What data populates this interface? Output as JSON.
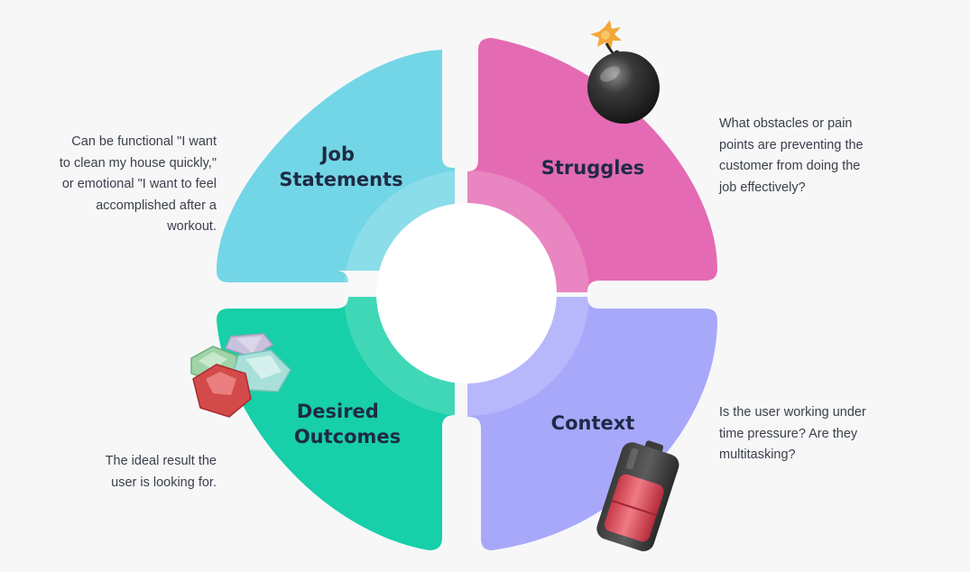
{
  "quadrants": {
    "job": {
      "label_lines": [
        "Job",
        "Statements"
      ],
      "color": "#73d6e6"
    },
    "struggles": {
      "label_lines": [
        "Struggles"
      ],
      "color": "#e46bb3"
    },
    "outcomes": {
      "label_lines": [
        "Desired",
        "Outcomes"
      ],
      "color": "#17cfa8"
    },
    "context": {
      "label_lines": [
        "Context"
      ],
      "color": "#a8a8fb"
    }
  },
  "descriptions": {
    "job": "Can be functional  \"I want\nto clean my house quickly,\"\nor emotional \"I want to feel\naccomplished after a\nworkout.",
    "struggles": "What obstacles or pain\npoints are preventing the\ncustomer from doing the\njob effectively?",
    "context": "Is the user working under\ntime pressure? Are they\nmultitasking?",
    "outcomes": "The ideal result the\nuser is looking for."
  },
  "icons": [
    "bomb-icon",
    "gems-icon",
    "battery-icon"
  ]
}
